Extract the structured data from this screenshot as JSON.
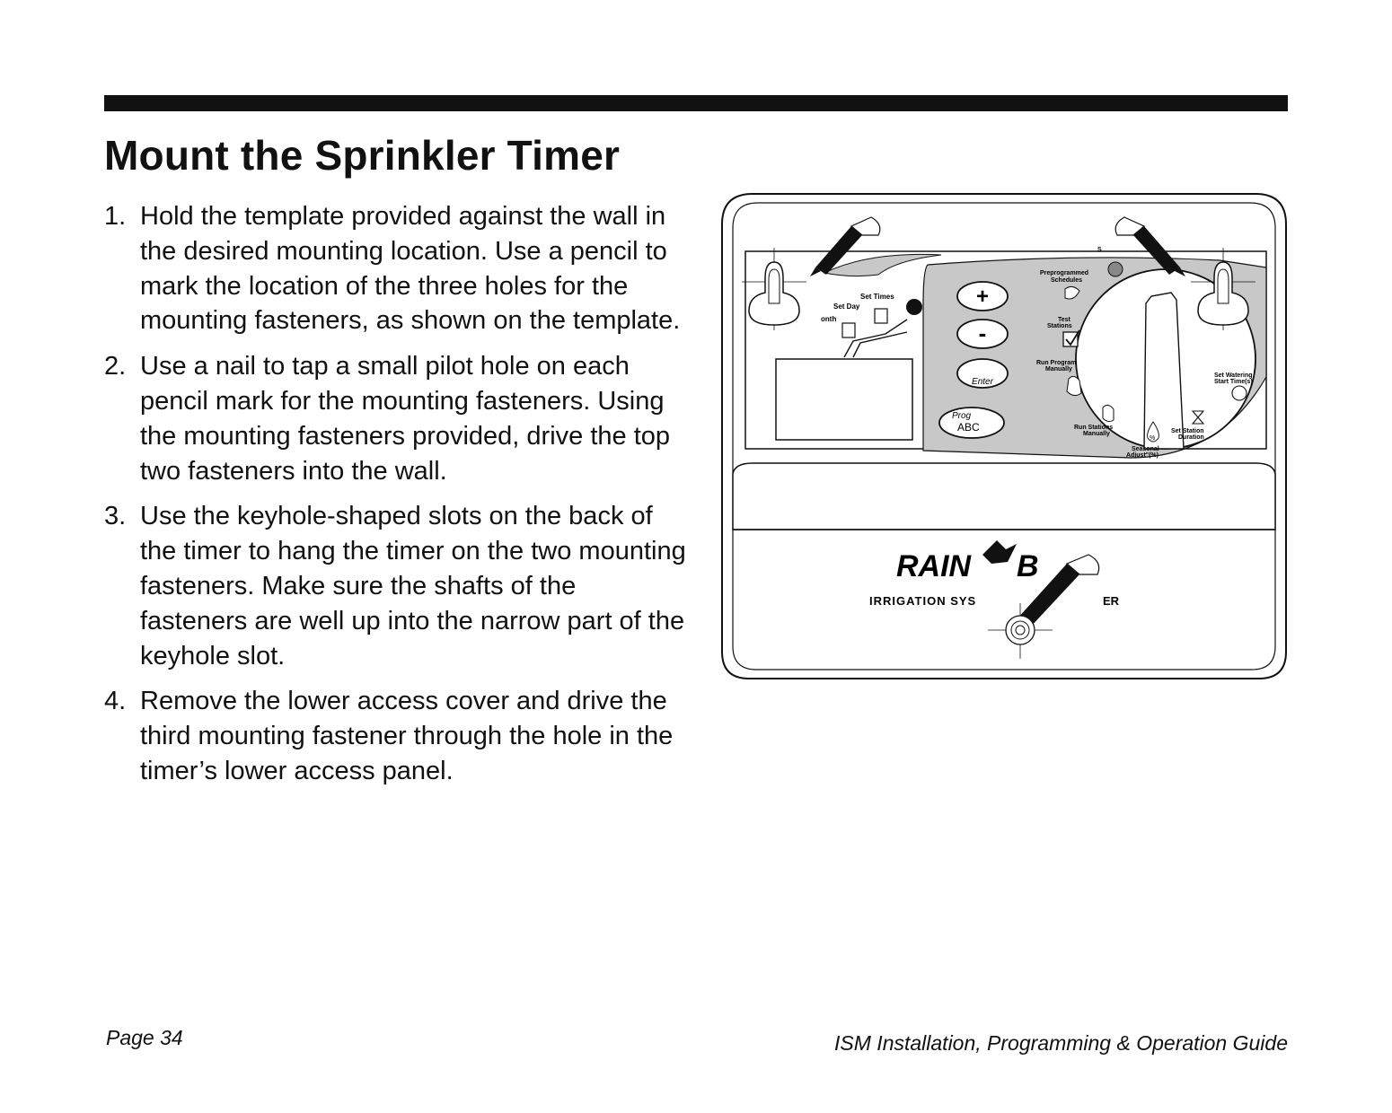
{
  "page": {
    "title": "Mount the Sprinkler Timer",
    "steps": [
      {
        "number": "1.",
        "text": "Hold the template provided against the wall in the desired mounting location. Use a pencil to mark the location of the three holes for the mounting fasteners, as shown on the template."
      },
      {
        "number": "2.",
        "text": "Use a nail to tap a small pilot hole on each pencil mark for the mounting fasteners. Using the mounting fasteners provided, drive the top two fasteners into the wall."
      },
      {
        "number": "3.",
        "text": "Use the keyhole-shaped slots on the back of the timer to hang the timer on the two mounting fasteners. Make sure the shafts of the fasteners are well up into the narrow part of the keyhole slot."
      },
      {
        "number": "4.",
        "text": "Remove the lower access cover and drive the third mounting fastener through the hole in the timer’s lower access panel."
      }
    ],
    "footer_left": "Page 34",
    "footer_right": "ISM Installation, Programming & Operation Guide"
  },
  "illustration": {
    "labels": {
      "set_times": "Set Times",
      "set_day": "Set Day",
      "month_partial": "onth",
      "preprogrammed_line1": "Preprogrammed",
      "preprogrammed_line2": "Schedules",
      "test_line1": "Test",
      "test_line2": "Stations",
      "run_program_line1": "Run Program",
      "run_program_line2": "Manually",
      "set_watering_line1": "Set Watering",
      "set_watering_line2": "Start Time(s)",
      "run_stations_line1": "Run Stations",
      "run_stations_line2": "Manually",
      "set_station_line1": "Set Station",
      "set_station_line2": "Duration",
      "seasonal_line1": "Seasonal",
      "seasonal_line2": "Adjust\"(%)",
      "enter": "Enter",
      "prog": "Prog",
      "abc": "ABC",
      "plus": "+",
      "minus": "-",
      "percent": "%",
      "top_partial": "S",
      "brand": "RAIN",
      "brand_partial": "B",
      "brand_sub": "IRRIGATION SYS",
      "brand_sub_end": "ER"
    }
  }
}
